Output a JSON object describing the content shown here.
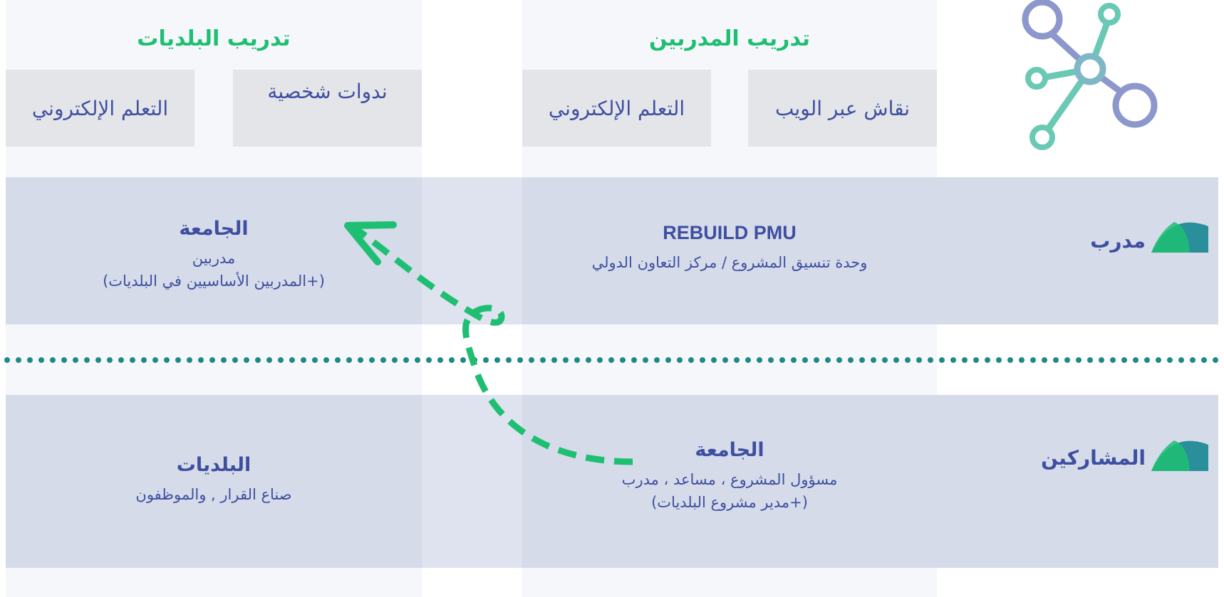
{
  "columns": [
    {
      "title": "تدريب المدربين",
      "tags": [
        "نقاش عبر الويب",
        "التعلم الإلكتروني"
      ]
    },
    {
      "title": "تدريب البلديات",
      "tags": [
        "ندوات شخصية",
        "التعلم الإلكتروني"
      ]
    }
  ],
  "rows": [
    {
      "label": "مدرب",
      "cells": [
        {
          "title": "REBUILD PMU",
          "lines": [
            "وحدة تنسيق المشروع / مركز التعاون الدولي"
          ]
        },
        {
          "title": "الجامعة",
          "lines": [
            "مدربين",
            "(+المدربين الأساسيين في البلديات)"
          ]
        }
      ]
    },
    {
      "label": "المشاركين",
      "cells": [
        {
          "title": "الجامعة",
          "lines": [
            "مسؤول المشروع ، مساعد ، مدرب",
            "(+مدير مشروع البلديات)"
          ]
        },
        {
          "title": "البلديات",
          "lines": [
            "صناع القرار , والموظفون"
          ]
        }
      ]
    }
  ],
  "colors": {
    "green": "#1fbf73",
    "navy": "#3e4fa0",
    "teal_dots": "#1e8a86",
    "arrow": "#1fbf73"
  },
  "icons": {
    "header": "network-icon",
    "row": "half-dome-icon"
  }
}
